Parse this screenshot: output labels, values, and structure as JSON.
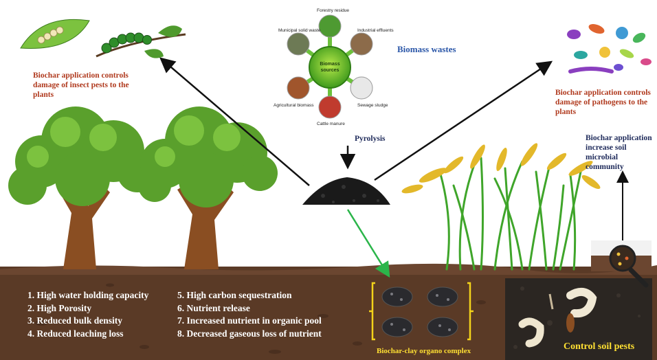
{
  "biomass": {
    "title": "Biomass wastes",
    "center": [
      "Biomass",
      "sources"
    ],
    "sources": [
      "Forestry residue",
      "Municipal solid waste",
      "Industrial effluents",
      "Agricultural biomass",
      "Sewage sludge",
      "Cattle manure"
    ],
    "process": "Pyrolysis"
  },
  "effects": {
    "insects": [
      "Biochar application controls",
      "damage of insect pests to the",
      "plants"
    ],
    "pathogens": [
      "Biochar application controls",
      "damage of pathogens to the",
      "plants"
    ],
    "microbial": [
      "Biochar application",
      "increase soil",
      "microbial community"
    ]
  },
  "soil_properties": {
    "left": [
      "1. High water holding capacity",
      "2. High Porosity",
      "3. Reduced bulk density",
      "4. Reduced leaching loss"
    ],
    "right": [
      "5. High carbon sequestration",
      "6. Nutrient release",
      "7. Increased nutrient in organic pool",
      "8. Decreased gaseous loss of nutrient"
    ]
  },
  "complex_label": "Biochar-clay organo complex",
  "pests_label": "Control soil pests",
  "colors": {
    "soil": "#5a3a26",
    "tree_canopy": "#5aa02c",
    "trunk": "#8a4e22",
    "label_red": "#b03a1e",
    "label_blue": "#2a56a8",
    "arrow_green": "#2bb54a",
    "bracket_yellow": "#f3d31a"
  }
}
